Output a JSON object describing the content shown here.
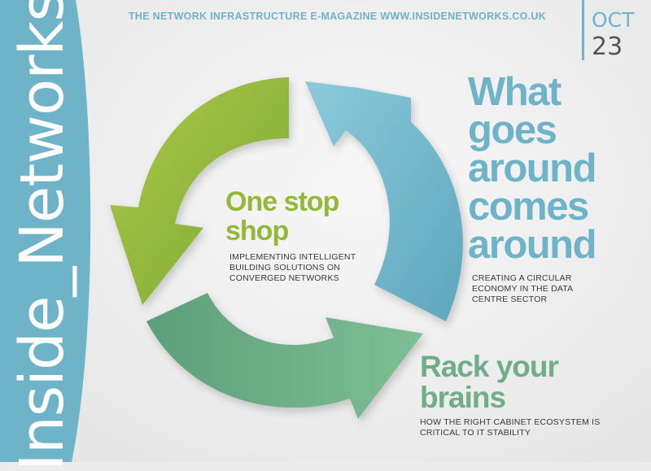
{
  "magazine": {
    "title": "Inside_Networks",
    "tagline": "THE NETWORK INFRASTRUCTURE E-MAGAZINE WWW.INSIDENETWORKS.CO.UK",
    "issue_month": "OCT",
    "issue_year": "23"
  },
  "colors": {
    "accent_blue": "#6fb3c9",
    "accent_green": "#93b83a",
    "accent_teal_green": "#6fae86",
    "text_dark": "#3a3a3a"
  },
  "stories": {
    "lead": {
      "headline_lines": [
        "What",
        "goes",
        "around",
        "comes",
        "around"
      ],
      "subtitle_lines": [
        "CREATING A CIRCULAR",
        "ECONOMY IN THE DATA",
        "CENTRE SECTOR"
      ]
    },
    "one_stop": {
      "headline_lines": [
        "One stop",
        "shop"
      ],
      "subtitle_lines": [
        "IMPLEMENTING INTELLIGENT",
        "BUILDING SOLUTIONS ON",
        "CONVERGED NETWORKS"
      ]
    },
    "rack": {
      "headline_lines": [
        "Rack your",
        "brains"
      ],
      "subtitle_lines": [
        "HOW THE RIGHT CABINET ECOSYSTEM IS",
        "CRITICAL TO IT STABILITY"
      ]
    }
  }
}
